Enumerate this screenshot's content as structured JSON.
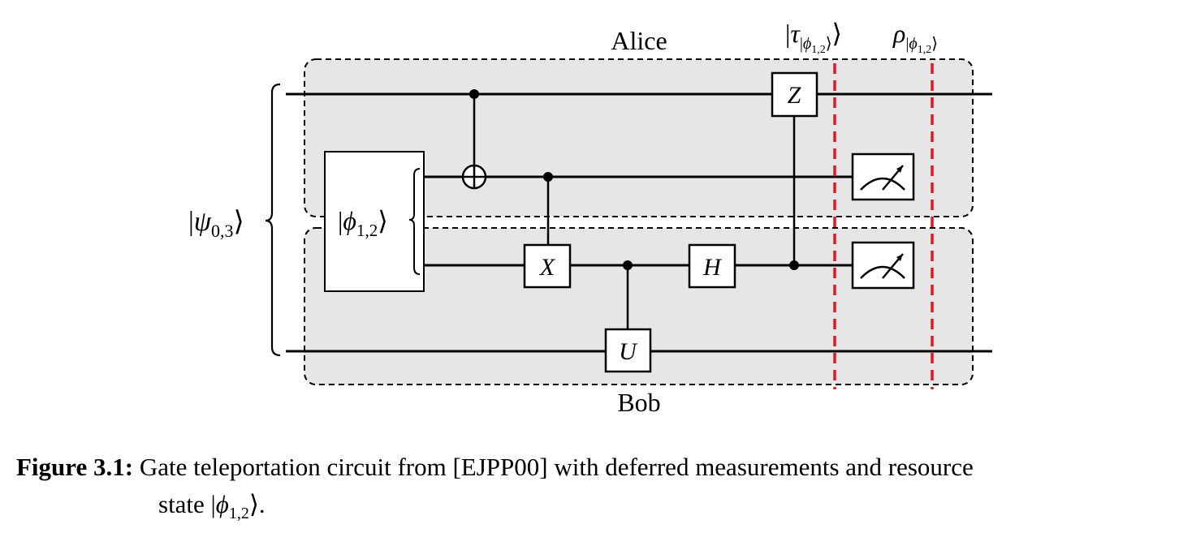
{
  "diagram": {
    "title_alice": "Alice",
    "title_bob": "Bob",
    "state_psi": {
      "sym": "ψ",
      "sub": "0,3"
    },
    "resource_state": {
      "sym": "ϕ",
      "sub": "1,2"
    },
    "marker_tau": {
      "sym": "τ",
      "sub_sym": "ϕ",
      "sub": "1,2"
    },
    "marker_rho": {
      "sym": "ρ",
      "sub_sym": "ϕ",
      "sub": "1,2"
    },
    "gates": {
      "z": "Z",
      "x": "X",
      "h": "H",
      "u": "U"
    },
    "colors": {
      "region_fill": "#e6e6e6",
      "wire": "#000000",
      "cut_line": "#e8141e"
    }
  },
  "caption": {
    "lead": "Figure 3.1:",
    "text_line1": " Gate teleportation circuit from [EJPP00] with deferred measurements and resource",
    "text_line2_prefix": "state |",
    "text_line2_sym": "ϕ",
    "text_line2_sub": "1,2",
    "text_line2_suffix": "⟩."
  }
}
